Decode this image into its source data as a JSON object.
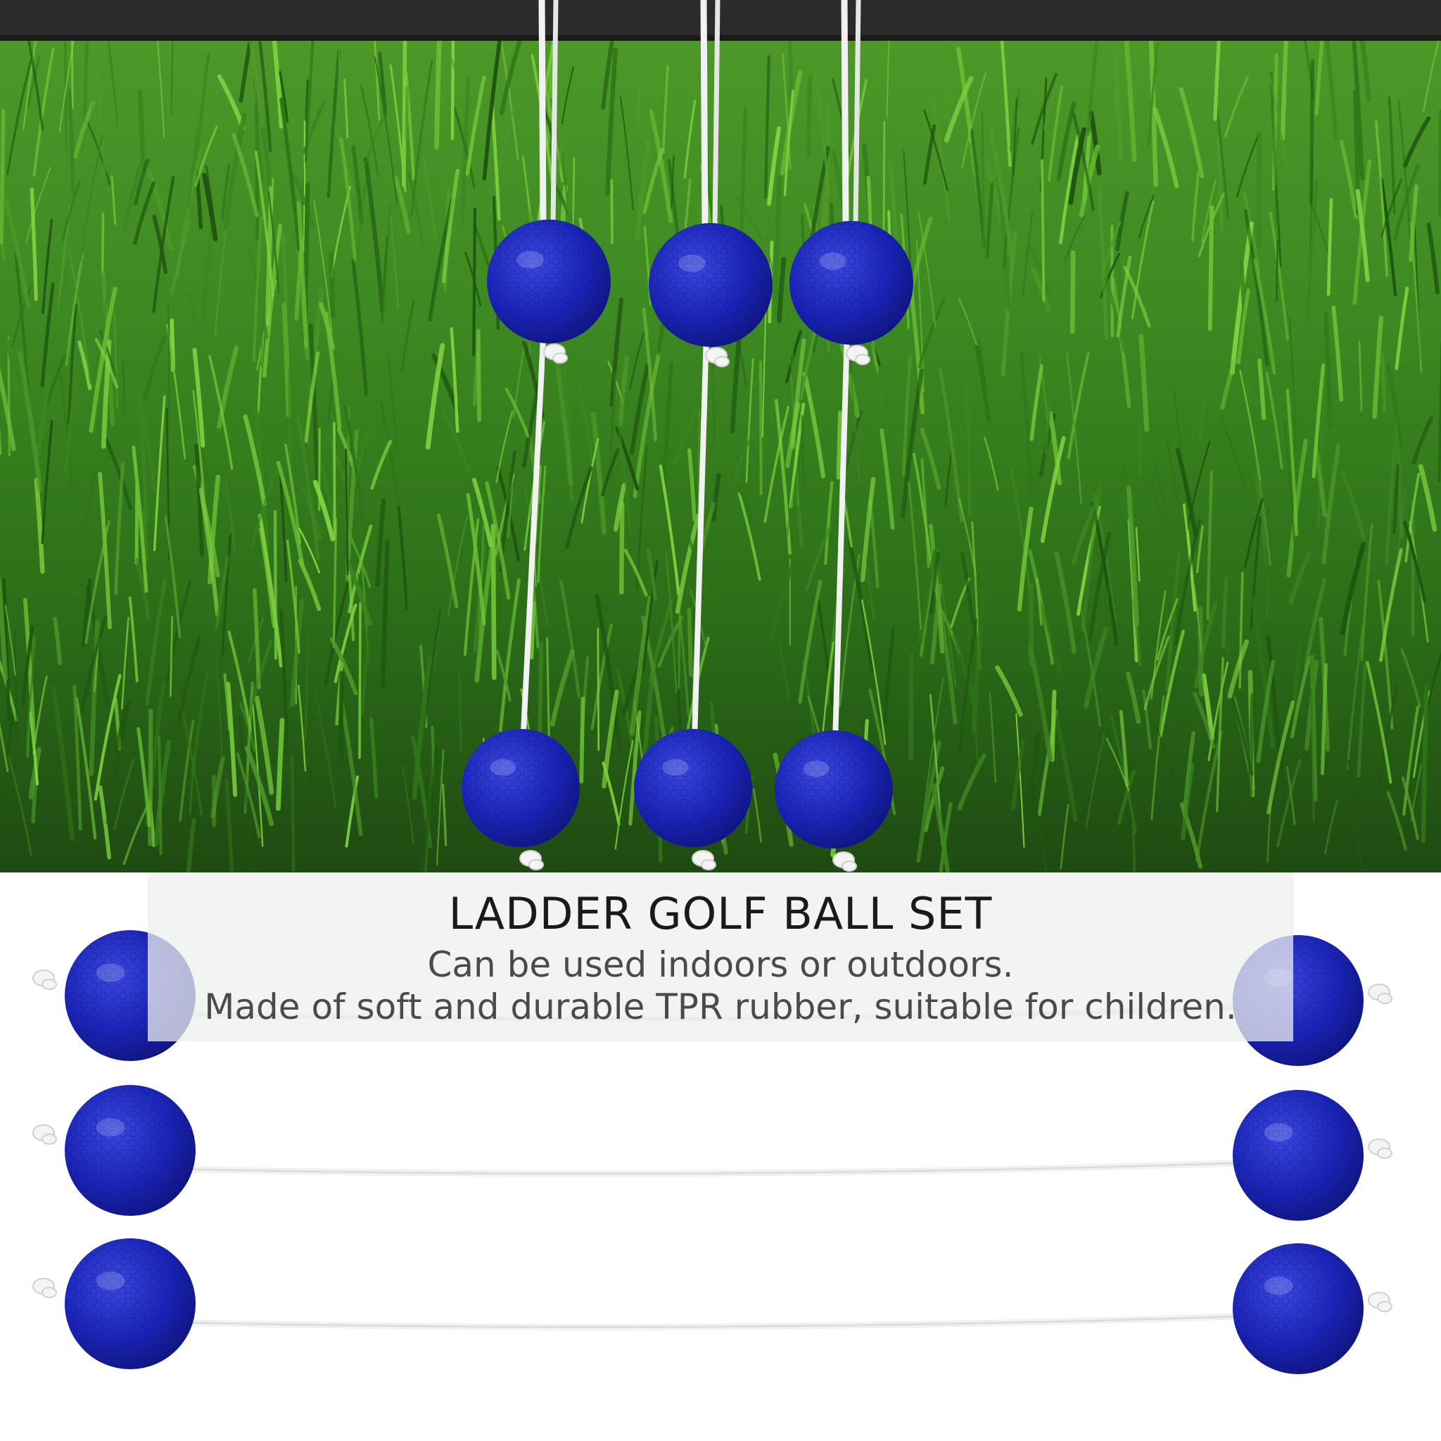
{
  "caption": {
    "title": "LADDER GOLF BALL SET",
    "lines": [
      "Can be used indoors or outdoors.",
      "Made of soft and durable TPR rubber, suitable for children."
    ]
  },
  "colors": {
    "grass_dark": "#1f4a12",
    "grass_light": "#5fae2e",
    "ball": "#1b24b8",
    "rope": "#f2f2f2",
    "bar": "#2b2b2b"
  },
  "bolas": {
    "hanging_count": 3,
    "lying_count": 3
  }
}
